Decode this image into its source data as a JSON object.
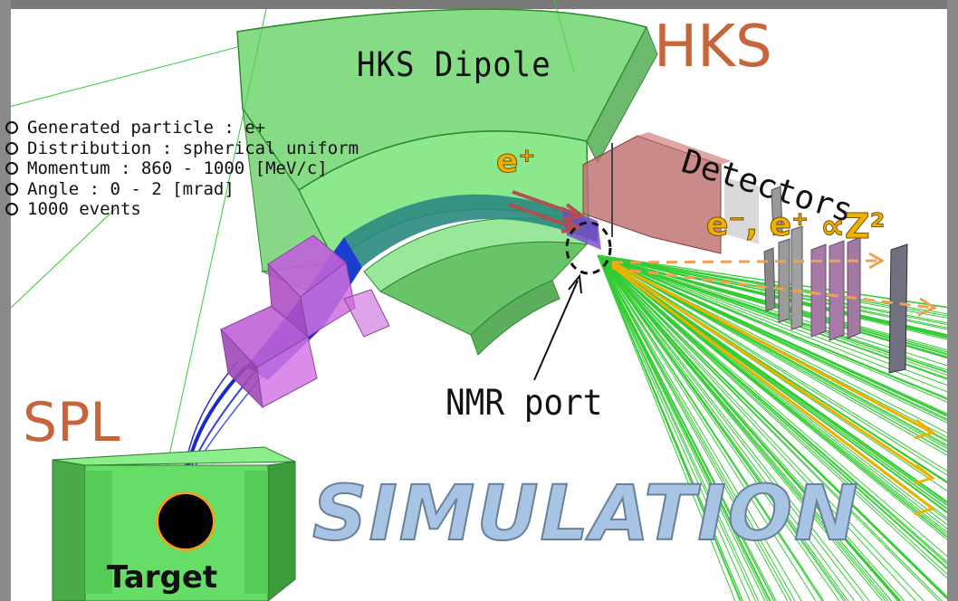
{
  "labels": {
    "hks_dipole": "HKS Dipole",
    "hks": "HKS",
    "spl": "SPL",
    "detectors": "Detectors",
    "e_plus": "e⁺",
    "e_minus_e_plus": "e⁻, e⁺",
    "proportional_z2": "∝Z²",
    "nmr_port": "NMR port",
    "target": "Target",
    "simulation": "SIMULATION"
  },
  "info_list": [
    "Generated particle : e+",
    "Distribution : spherical uniform",
    "Momentum : 860 - 1000 [MeV/c]",
    "Angle : 0 - 2 [mrad]",
    "1000 events"
  ],
  "colors": {
    "title_accent": "#c8643c",
    "dipole_green": "#66e066",
    "beam_dark": "#2a8a80",
    "quad_magenta": "#d070e0",
    "particle_label_gold": "#f0b000",
    "simulation_text": "#a8c4e4"
  }
}
